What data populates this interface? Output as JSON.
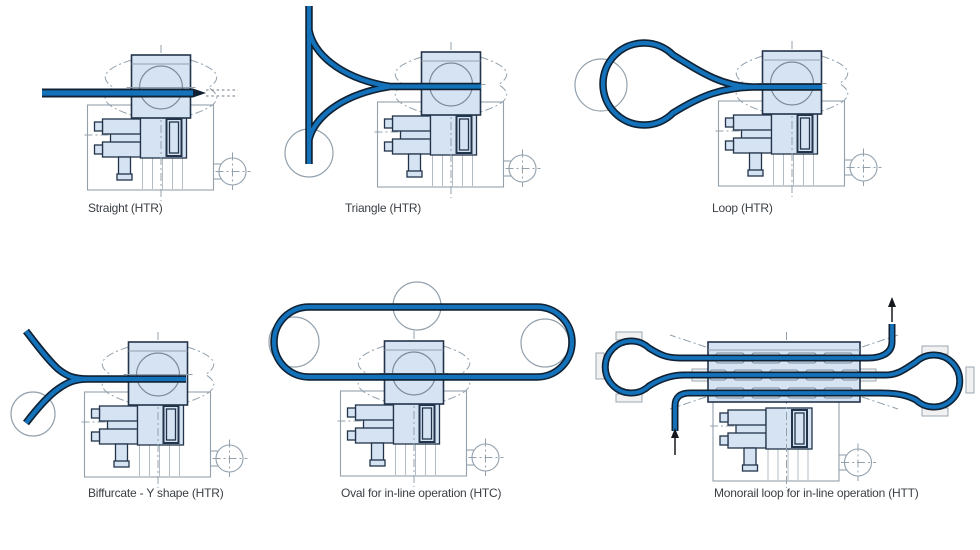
{
  "page": {
    "background": "#ffffff"
  },
  "theme": {
    "track_blue": "#1472ba",
    "track_outline": "#0f2133",
    "machine_fill": "#d6e3f3",
    "machine_stroke": "#22344a",
    "guide_gray": "#93a1ad",
    "label_color": "#3a3f44",
    "arrow_black": "#15191d"
  },
  "diagrams": [
    {
      "id": "straight",
      "label": "Straight (HTR)"
    },
    {
      "id": "triangle",
      "label": "Triangle (HTR)"
    },
    {
      "id": "loop",
      "label": "Loop (HTR)"
    },
    {
      "id": "biffurcate",
      "label": "Biffurcate - Y shape (HTR)"
    },
    {
      "id": "oval",
      "label": "Oval for in-line operation (HTC)"
    },
    {
      "id": "monorail",
      "label": "Monorail loop for in-line operation (HTT)"
    }
  ],
  "icons": [
    {
      "name": "flow-in-arrow-up",
      "meaning": "product flow entry, pointing up"
    },
    {
      "name": "flow-out-arrow-up",
      "meaning": "product flow exit, pointing up"
    }
  ]
}
